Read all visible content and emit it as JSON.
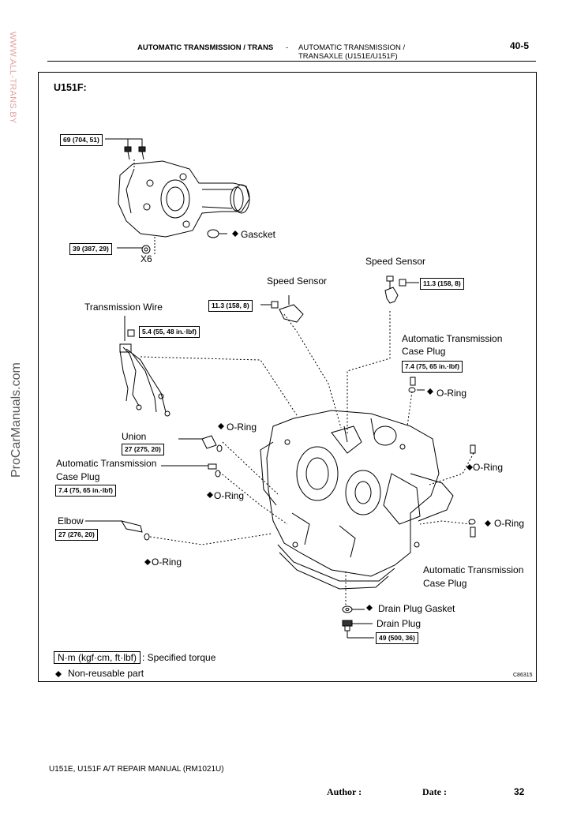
{
  "header": {
    "section": "AUTOMATIC TRANSMISSION / TRANS",
    "dash": "-",
    "subsection_line1": "AUTOMATIC TRANSMISSION /",
    "subsection_line2": "TRANSAXLE (U151E/U151F)",
    "page_ref": "40-5"
  },
  "watermarks": {
    "top": "WWW.ALL-TRANS.BY",
    "side": "ProCarManuals.com"
  },
  "diagram": {
    "model": "U151F:",
    "figure_code": "C86315",
    "torques": {
      "transfer_bolt": "69 (704, 51)",
      "nut": "39 (387, 29)",
      "speed_sensor_left": "11.3 (158, 8)",
      "speed_sensor_right": "11.3 (158, 8)",
      "transmission_wire": "5.4 (55, 48 in.·lbf)",
      "case_plug_top": "7.4 (75, 65 in.·lbf)",
      "union": "27 (275, 20)",
      "case_plug_left": "7.4 (75, 65 in.·lbf)",
      "elbow": "27 (276, 20)",
      "drain_plug": "49 (500, 36)"
    },
    "labels": {
      "gasket": "Gascket",
      "x6": "X6",
      "speed_sensor_right": "Speed Sensor",
      "speed_sensor_left": "Speed Sensor",
      "transmission_wire": "Transmission Wire",
      "case_plug_top_1": "Automatic Transmission",
      "case_plug_top_2": "Case Plug",
      "oring_top": "O-Ring",
      "oring_union": "O-Ring",
      "union": "Union",
      "case_plug_left_1": "Automatic Transmission",
      "case_plug_left_2": "Case Plug",
      "oring_right_1": "O-Ring",
      "oring_left_2": "O-Ring",
      "elbow": "Elbow",
      "oring_right_2": "O-Ring",
      "oring_elbow": "O-Ring",
      "case_plug_right_1": "Automatic Transmission",
      "case_plug_right_2": "Case Plug",
      "drain_gasket": "Drain Plug Gasket",
      "drain_plug": "Drain Plug"
    },
    "legend": {
      "unit": "N·m (kgf·cm, ft·lbf)",
      "unit_desc": ": Specified torque",
      "nonreusable": "Non-reusable part"
    }
  },
  "footer": {
    "manual": "U151E, U151F A/T REPAIR MANUAL   (RM1021U)",
    "author": "Author :",
    "date": "Date :",
    "page": "32"
  }
}
